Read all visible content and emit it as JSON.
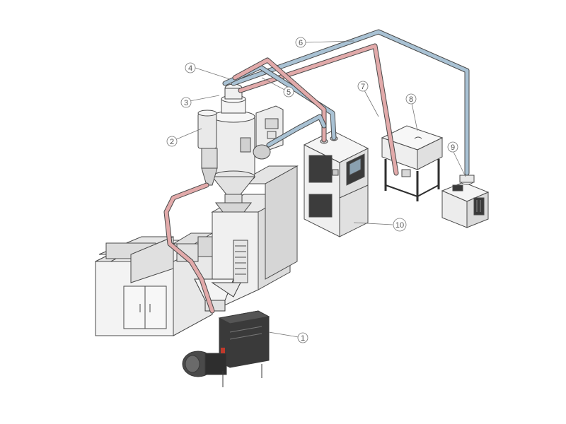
{
  "callouts": [
    {
      "id": "1",
      "label": "1"
    },
    {
      "id": "2",
      "label": "2"
    },
    {
      "id": "3",
      "label": "3"
    },
    {
      "id": "4",
      "label": "4"
    },
    {
      "id": "5",
      "label": "5"
    },
    {
      "id": "6",
      "label": "6"
    },
    {
      "id": "7",
      "label": "7"
    },
    {
      "id": "8",
      "label": "8"
    },
    {
      "id": "9",
      "label": "9"
    },
    {
      "id": "10",
      "label": "10"
    }
  ],
  "colors": {
    "line": "#4a4a4a",
    "machine_fill": "#f2f2f2",
    "machine_shade": "#d9d9d9",
    "pipe_blue": "#9fb9cc",
    "pipe_red": "#d9a0a0",
    "dark_unit": "#3a3a3a"
  }
}
